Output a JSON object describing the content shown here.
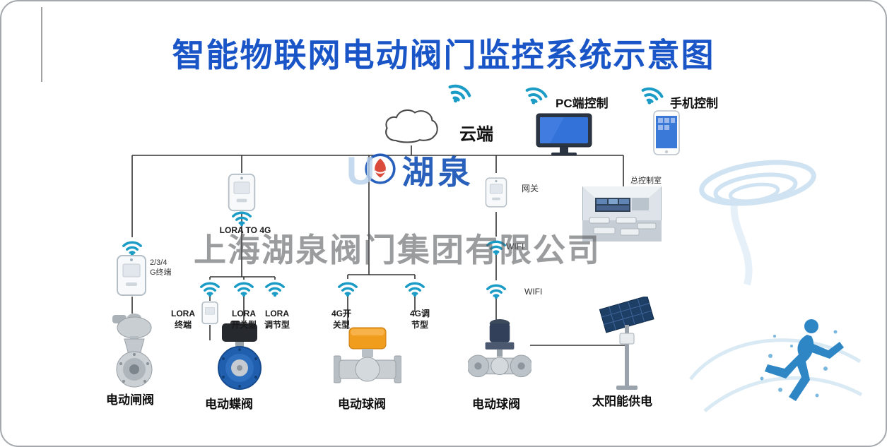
{
  "title": "智能物联网电动阀门监控系统示意图",
  "cloud_label": "云端",
  "pc_control_label": "PC端控制",
  "mobile_control_label": "手机控制",
  "watermark": {
    "logo_u": "U",
    "logo_text": "湖泉",
    "company": "上海湖泉阀门集团有限公司"
  },
  "network": {
    "lora_to_4g": "LORA TO 4G",
    "gateway": "网关",
    "control_room": "总控制室",
    "terminal_234g": [
      "2/3/4",
      "G终端"
    ],
    "lora_terminal": [
      "LORA",
      "终端"
    ],
    "lora_switch": [
      "LORA",
      "开关型"
    ],
    "lora_regulator": [
      "LORA",
      "调节型"
    ],
    "g4_switch": [
      "4G开",
      "关型"
    ],
    "g4_regulator": [
      "4G调",
      "节型"
    ],
    "wifi_mid": "WIFI",
    "wifi_low": "WIFI"
  },
  "devices": {
    "gate_valve": "电动闸阀",
    "butterfly_valve": "电动蝶阀",
    "ball_valve_1": "电动球阀",
    "ball_valve_2": "电动球阀",
    "solar_power": "太阳能供电"
  },
  "icons": {
    "wifi": "wifi-icon",
    "cloud": "cloud-icon",
    "monitor": "monitor-icon",
    "phone": "phone-icon"
  },
  "colors": {
    "title_blue": "#1a55c8",
    "wifi_teal": "#1b9cc6",
    "logo_blue": "#1b57b8",
    "logo_red": "#d8402f",
    "watermark_gray": "#54565a",
    "actuator_orange": "#f09c1c",
    "butterfly_blue": "#1f5fae",
    "line_dark": "#333333"
  }
}
